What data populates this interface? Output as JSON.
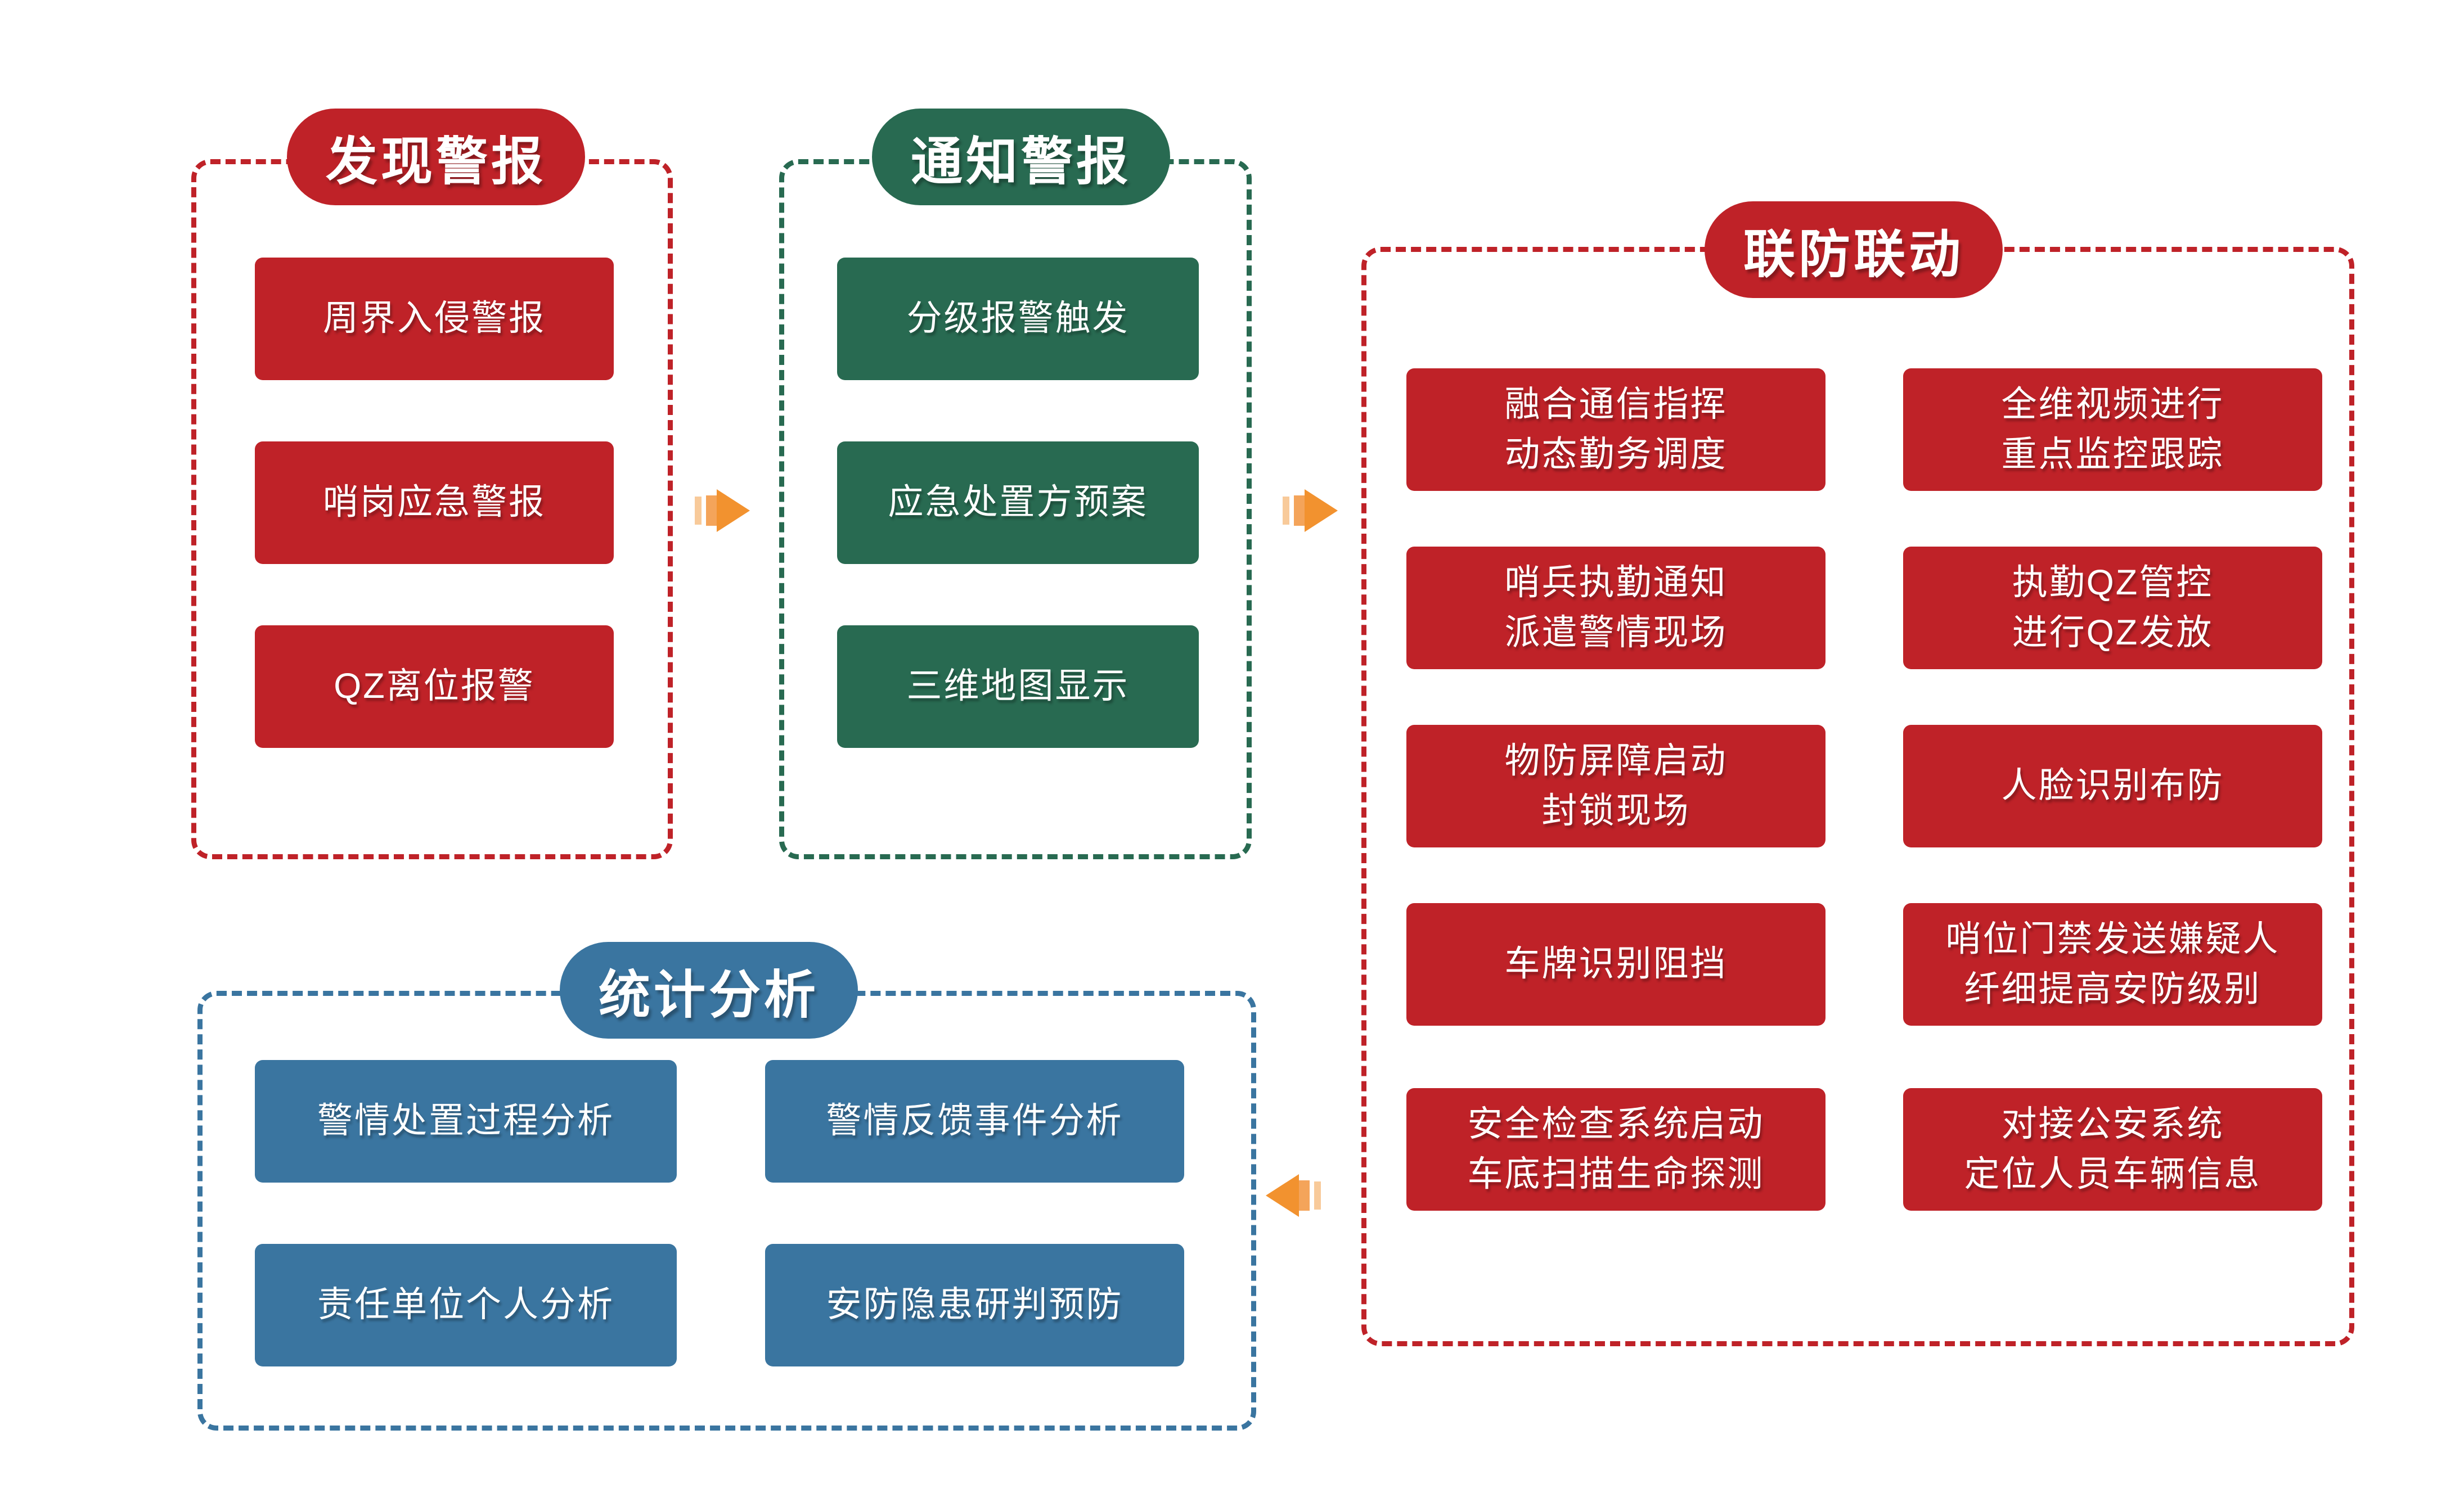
{
  "diagram": {
    "palette": {
      "red": "#BF2228",
      "green": "#286A51",
      "blue": "#3A75A0",
      "arrow_orange": "#F2922F"
    },
    "sections": {
      "discover": {
        "title": "发现警报",
        "items": [
          "周界入侵警报",
          "哨岗应急警报",
          "QZ离位报警"
        ]
      },
      "notify": {
        "title": "通知警报",
        "items": [
          "分级报警触发",
          "应急处置方预案",
          "三维地图显示"
        ]
      },
      "joint": {
        "title": "联防联动",
        "left_items": [
          "融合通信指挥\n动态勤务调度",
          "哨兵执勤通知\n派遣警情现场",
          "物防屏障启动\n封锁现场",
          "车牌识别阻挡",
          "安全检查系统启动\n车底扫描生命探测"
        ],
        "right_items": [
          "全维视频进行\n重点监控跟踪",
          "执勤QZ管控\n进行QZ发放",
          "人脸识别布防",
          "哨位门禁发送嫌疑人\n纤细提高安防级别",
          "对接公安系统\n定位人员车辆信息"
        ]
      },
      "stats": {
        "title": "统计分析",
        "items": [
          "警情处置过程分析",
          "警情反馈事件分析",
          "责任单位个人分析",
          "安防隐患研判预防"
        ]
      }
    },
    "arrows": [
      {
        "from": "discover",
        "to": "notify",
        "direction": "right"
      },
      {
        "from": "notify",
        "to": "joint",
        "direction": "right"
      },
      {
        "from": "joint",
        "to": "stats",
        "direction": "left"
      }
    ]
  }
}
